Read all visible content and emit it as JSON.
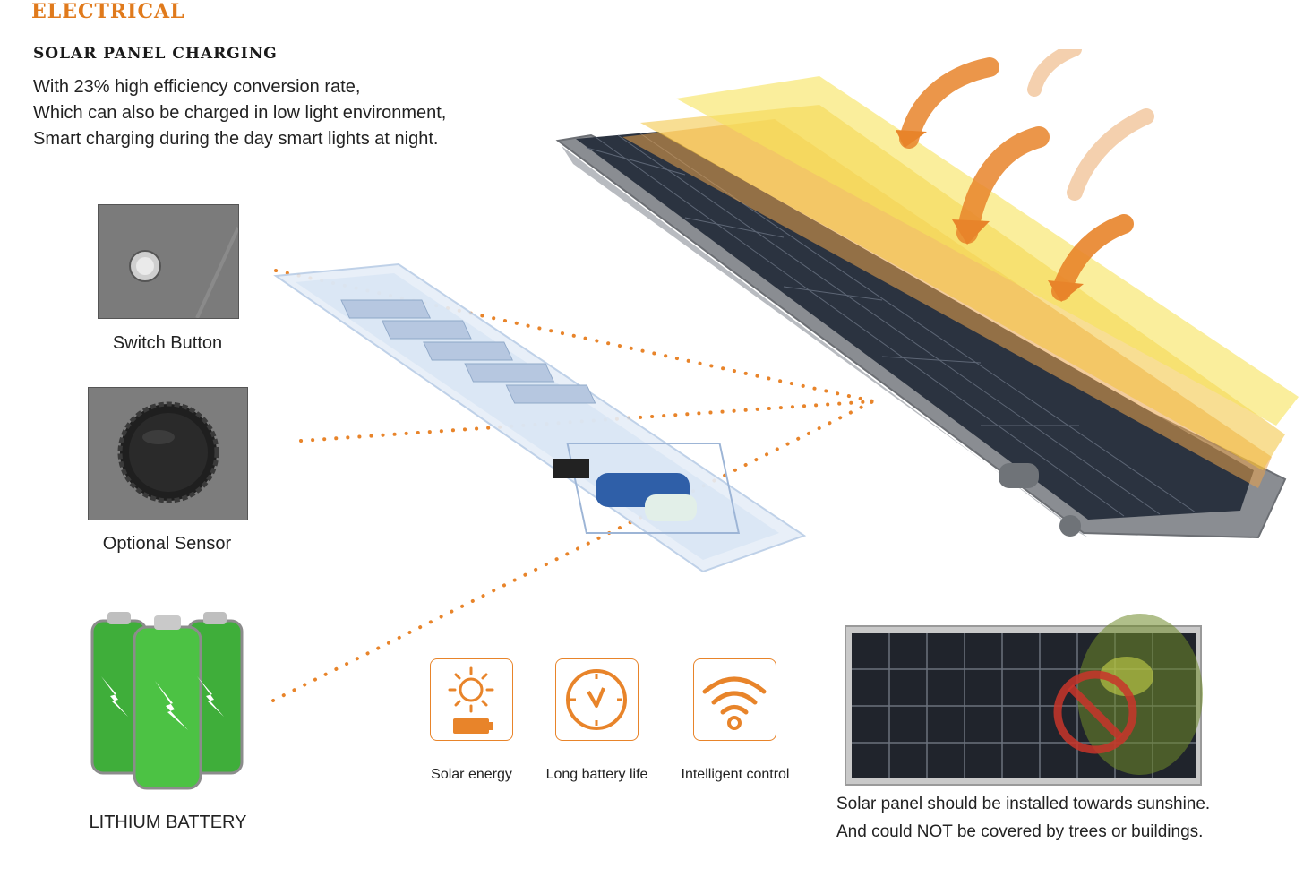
{
  "header": {
    "section_title": "ELECTRICAL",
    "sub_title": "SOLAR PANEL CHARGING"
  },
  "intro_lines": [
    "With 23% high efficiency conversion rate,",
    "Which can also be charged in low light environment,",
    "Smart charging during the day smart lights at night."
  ],
  "components": {
    "switch_label": "Switch Button",
    "sensor_label": "Optional Sensor",
    "battery_label": "LITHIUM BATTERY"
  },
  "features": [
    {
      "label": "Solar energy",
      "icon": "sun-battery-icon"
    },
    {
      "label": "Long battery life",
      "icon": "clock-icon"
    },
    {
      "label": "Intelligent control",
      "icon": "wifi-icon"
    }
  ],
  "installation_note": [
    "Solar panel should be installed towards sunshine.",
    "And could NOT be covered by trees or buildings."
  ],
  "colors": {
    "accent_orange": "#e8842a",
    "title_orange": "#e07a1c",
    "battery_green": "#3fae3a",
    "sunlight_yellow": "#f7d23a"
  }
}
